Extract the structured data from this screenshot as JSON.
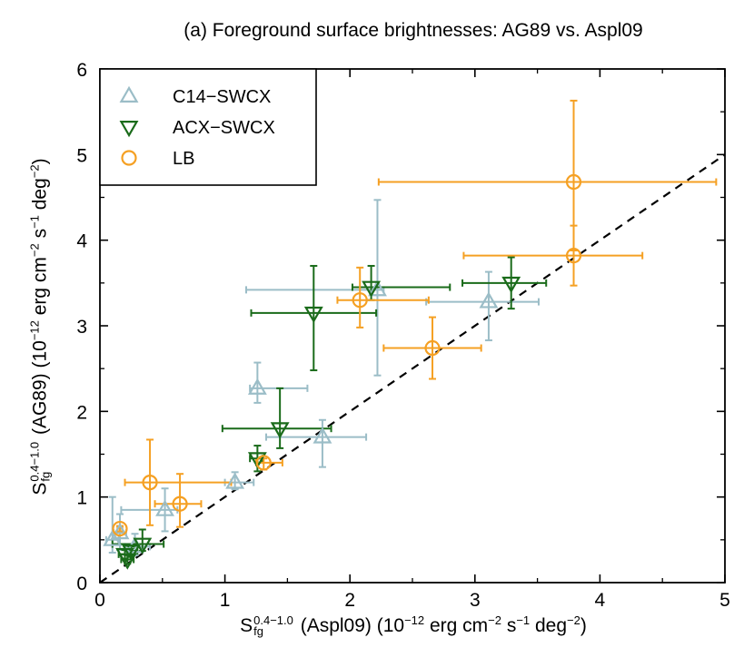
{
  "chart_data": {
    "type": "scatter",
    "title": "(a) Foreground surface brightnesses: AG89 vs. Aspl09",
    "xlabel": {
      "symbol": "S",
      "sub": "fg",
      "sup": "0.4−1.0",
      "text": " (Aspl09) (10",
      "exp1": "−12",
      "mid": " erg cm",
      "exp2": "−2",
      "mid2": " s",
      "exp3": "−1",
      "mid3": " deg",
      "exp4": "−2",
      "end": ")"
    },
    "ylabel": {
      "symbol": "S",
      "sub": "fg",
      "sup": "0.4−1.0",
      "text": " (AG89) (10",
      "exp1": "−12",
      "mid": " erg cm",
      "exp2": "−2",
      "mid2": " s",
      "exp3": "−1",
      "mid3": " deg",
      "exp4": "−2",
      "end": ")"
    },
    "xlim": [
      0,
      5
    ],
    "ylim": [
      0,
      6
    ],
    "xticks": [
      "0",
      "1",
      "2",
      "3",
      "4",
      "5"
    ],
    "yticks": [
      "0",
      "1",
      "2",
      "3",
      "4",
      "5",
      "6"
    ],
    "grid": false,
    "legend_position": "top-left",
    "reference_line": {
      "style": "dashed",
      "slope": 1,
      "color": "#000000"
    },
    "series": [
      {
        "name": "C14−SWCX",
        "marker": "triangle-up",
        "color": "#9bbdc7",
        "points": [
          {
            "x": 0.1,
            "y": 0.5,
            "xerr": [
              0.05,
              0.05
            ],
            "yerr": [
              0.15,
              0.5
            ]
          },
          {
            "x": 0.16,
            "y": 0.58,
            "xerr": [
              0.05,
              0.05
            ],
            "yerr": [
              0.2,
              0.22
            ]
          },
          {
            "x": 0.28,
            "y": 0.42,
            "xerr": [
              0.08,
              0.12
            ],
            "yerr": [
              0.1,
              0.15
            ]
          },
          {
            "x": 0.52,
            "y": 0.85,
            "xerr": [
              0.35,
              0.1
            ],
            "yerr": [
              0.25,
              0.25
            ]
          },
          {
            "x": 1.08,
            "y": 1.17,
            "xerr": [
              0.08,
              0.15
            ],
            "yerr": [
              0.08,
              0.12
            ]
          },
          {
            "x": 1.26,
            "y": 2.27,
            "xerr": [
              0.06,
              0.4
            ],
            "yerr": [
              0.17,
              0.3
            ]
          },
          {
            "x": 1.78,
            "y": 1.7,
            "xerr": [
              0.45,
              0.35
            ],
            "yerr": [
              0.35,
              0.2
            ]
          },
          {
            "x": 2.22,
            "y": 3.42,
            "xerr": [
              1.05,
              0.05
            ],
            "yerr": [
              1.0,
              1.05
            ]
          },
          {
            "x": 3.11,
            "y": 3.28,
            "xerr": [
              0.5,
              0.4
            ],
            "yerr": [
              0.45,
              0.35
            ]
          }
        ]
      },
      {
        "name": "ACX−SWCX",
        "marker": "triangle-down",
        "color": "#1a6b1a",
        "points": [
          {
            "x": 0.2,
            "y": 0.33,
            "xerr": [
              0.05,
              0.05
            ],
            "yerr": [
              0.05,
              0.05
            ]
          },
          {
            "x": 0.22,
            "y": 0.27,
            "xerr": [
              0.05,
              0.05
            ],
            "yerr": [
              0.05,
              0.05
            ]
          },
          {
            "x": 0.25,
            "y": 0.37,
            "xerr": [
              0.05,
              0.05
            ],
            "yerr": [
              0.05,
              0.05
            ]
          },
          {
            "x": 0.34,
            "y": 0.45,
            "xerr": [
              0.24,
              0.17
            ],
            "yerr": [
              0.08,
              0.17
            ]
          },
          {
            "x": 1.26,
            "y": 1.45,
            "xerr": [
              0.06,
              0.04
            ],
            "yerr": [
              0.15,
              0.15
            ]
          },
          {
            "x": 1.44,
            "y": 1.8,
            "xerr": [
              0.46,
              0.41
            ],
            "yerr": [
              0.23,
              0.47
            ]
          },
          {
            "x": 1.71,
            "y": 3.15,
            "xerr": [
              0.5,
              0.5
            ],
            "yerr": [
              0.67,
              0.55
            ]
          },
          {
            "x": 2.17,
            "y": 3.45,
            "xerr": [
              0.15,
              0.63
            ],
            "yerr": [
              0.15,
              0.25
            ]
          },
          {
            "x": 3.29,
            "y": 3.5,
            "xerr": [
              0.39,
              0.28
            ],
            "yerr": [
              0.3,
              0.3
            ]
          }
        ]
      },
      {
        "name": "LB",
        "marker": "circle",
        "color": "#f5a023",
        "points": [
          {
            "x": 0.16,
            "y": 0.63,
            "xerr": [
              0.02,
              0.02
            ],
            "yerr": [
              0.03,
              0.03
            ]
          },
          {
            "x": 0.4,
            "y": 1.17,
            "xerr": [
              0.2,
              0.65
            ],
            "yerr": [
              0.5,
              0.5
            ]
          },
          {
            "x": 0.64,
            "y": 0.92,
            "xerr": [
              0.2,
              0.17
            ],
            "yerr": [
              0.27,
              0.35
            ]
          },
          {
            "x": 1.31,
            "y": 1.4,
            "xerr": [
              0.06,
              0.15
            ],
            "yerr": [
              0.08,
              0.05
            ]
          },
          {
            "x": 2.08,
            "y": 3.3,
            "xerr": [
              0.18,
              0.55
            ],
            "yerr": [
              0.32,
              0.38
            ]
          },
          {
            "x": 2.66,
            "y": 2.74,
            "xerr": [
              0.39,
              0.39
            ],
            "yerr": [
              0.36,
              0.36
            ]
          },
          {
            "x": 3.79,
            "y": 3.82,
            "xerr": [
              0.88,
              0.55
            ],
            "yerr": [
              0.35,
              0.35
            ]
          },
          {
            "x": 3.79,
            "y": 4.68,
            "xerr": [
              1.56,
              1.14
            ],
            "yerr": [
              0.8,
              0.95
            ]
          }
        ]
      }
    ]
  }
}
